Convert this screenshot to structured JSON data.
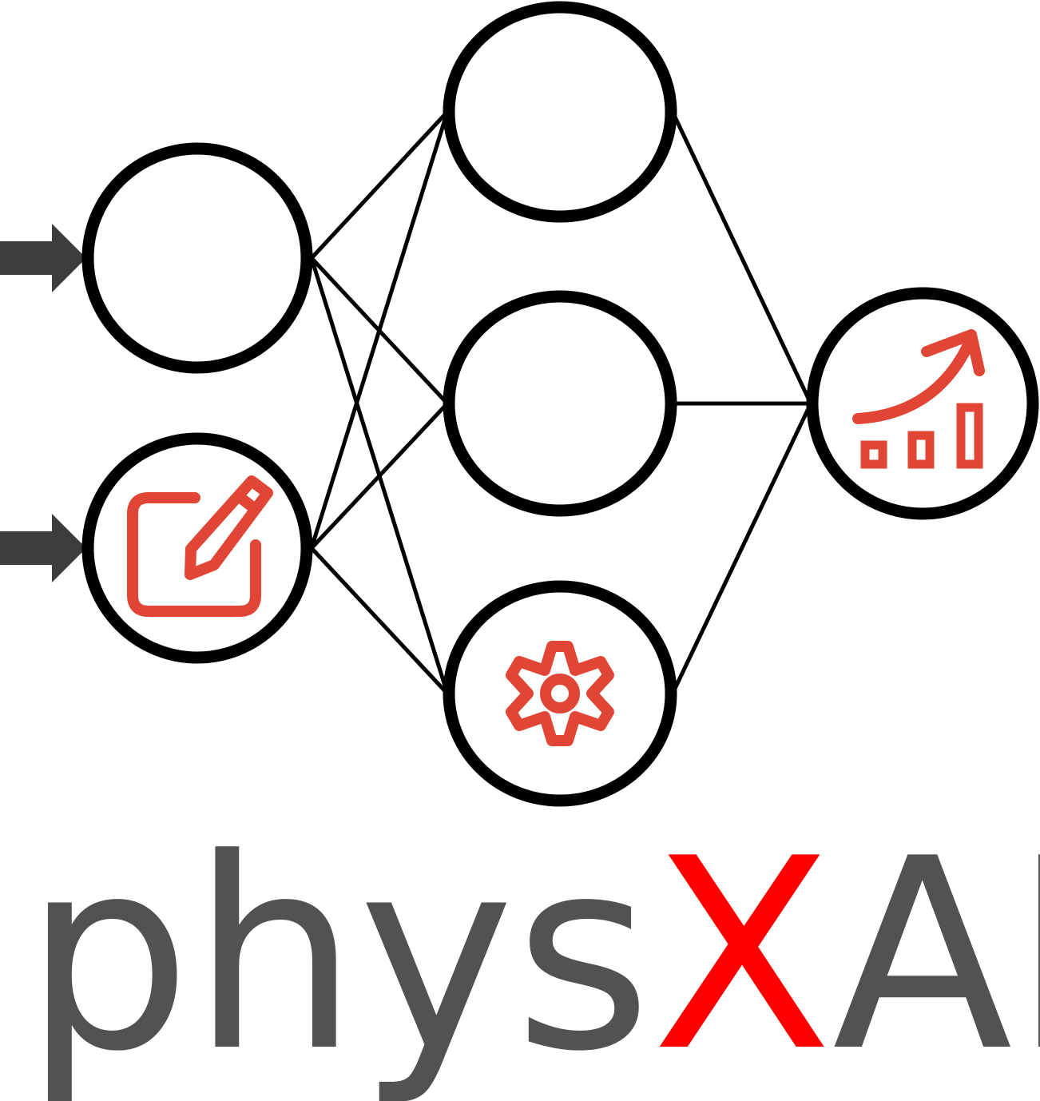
{
  "logo": {
    "wordmark": {
      "prefix": "phys",
      "highlight": "X",
      "suffix": "AI"
    },
    "colors": {
      "wordmark_gray": "#515254",
      "highlight_red": "#ff0000",
      "icon_red": "#e04535",
      "arrow_gray": "#3d3d3d",
      "node_stroke": "#000000"
    },
    "network": {
      "input_nodes": [
        "input-node-top",
        "input-node-edit"
      ],
      "hidden_nodes": [
        "hidden-node-top",
        "hidden-node-middle",
        "hidden-node-gear"
      ],
      "output_nodes": [
        "output-node-chart"
      ],
      "icons": [
        "edit-icon",
        "gear-icon",
        "growth-chart-icon"
      ]
    }
  }
}
